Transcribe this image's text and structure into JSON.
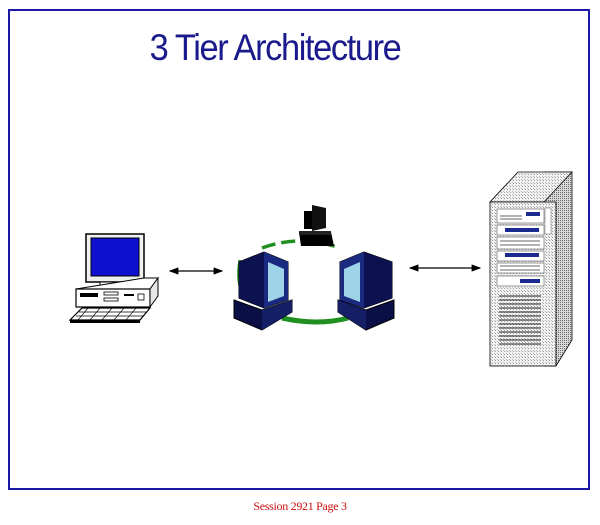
{
  "slide": {
    "title": "3 Tier Architecture",
    "footer": "Session 2921   Page 3"
  },
  "diagram": {
    "tiers": [
      {
        "name": "client-desktop-icon"
      },
      {
        "name": "application-server-ring-icon"
      },
      {
        "name": "database-server-tower-icon"
      }
    ],
    "connections": [
      {
        "from": "client",
        "to": "application",
        "style": "bidirectional-arrow"
      },
      {
        "from": "application",
        "to": "server",
        "style": "bidirectional-arrow"
      }
    ],
    "colors": {
      "frame": "#1a1aa6",
      "title": "#1a1a8c",
      "footer": "#cc1111",
      "ring": "#1f8f1f",
      "monitor_navy": "#101860",
      "screen_blue": "#1010d0",
      "accent_cyan": "#9fd3e8"
    }
  }
}
